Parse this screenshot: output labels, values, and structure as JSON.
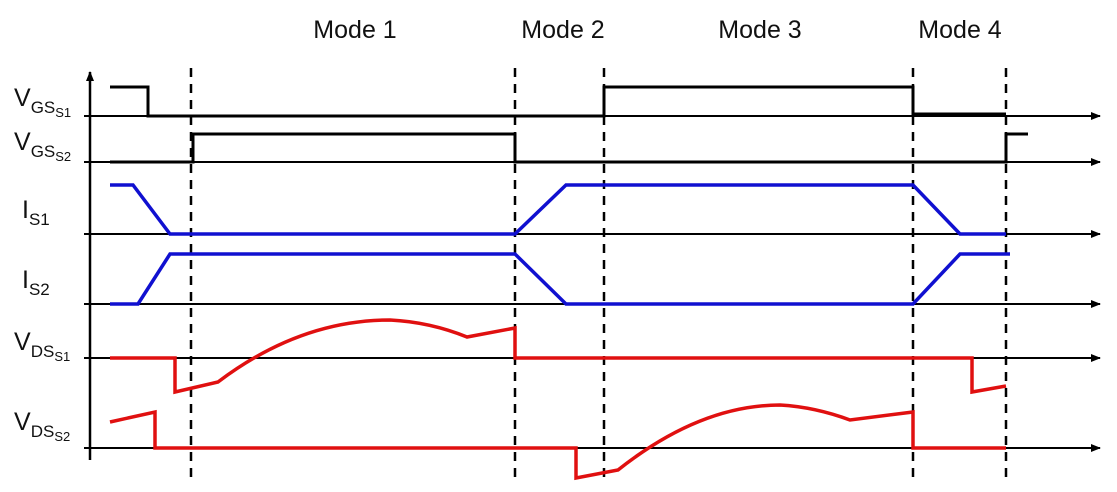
{
  "modes": [
    "Mode 1",
    "Mode 2",
    "Mode 3",
    "Mode 4"
  ],
  "signals": [
    {
      "main": "V",
      "sub": "GS",
      "subsub": "S1"
    },
    {
      "main": "V",
      "sub": "GS",
      "subsub": "S2"
    },
    {
      "main": "I",
      "sub": "S1",
      "subsub": ""
    },
    {
      "main": "I",
      "sub": "S2",
      "subsub": ""
    },
    {
      "main": "V",
      "sub": "DS",
      "subsub": "S1"
    },
    {
      "main": "V",
      "sub": "DS",
      "subsub": "S2"
    }
  ],
  "colors": {
    "gate": "#000000",
    "current": "#1010d0",
    "voltage": "#e01010",
    "axis": "#000000"
  }
}
